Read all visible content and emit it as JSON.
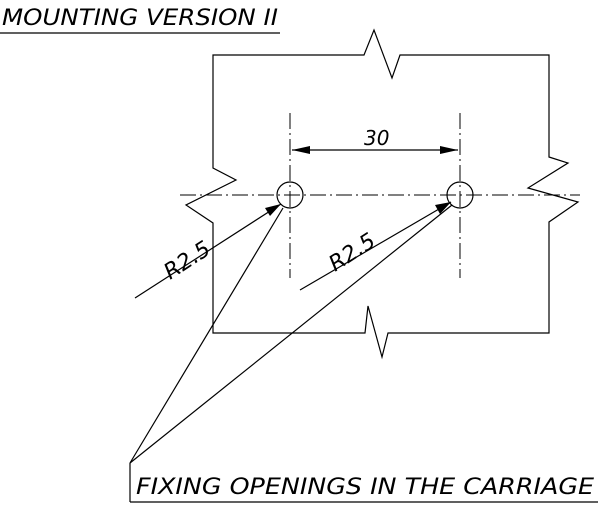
{
  "title": "MOUNTING VERSION II",
  "dimension_label": "30",
  "radius_labels": [
    "R2.5",
    "R2.5"
  ],
  "callout_label": "FIXING OPENINGS IN THE CARRIAGE",
  "colors": {
    "line": "#000000",
    "background": "#ffffff"
  }
}
